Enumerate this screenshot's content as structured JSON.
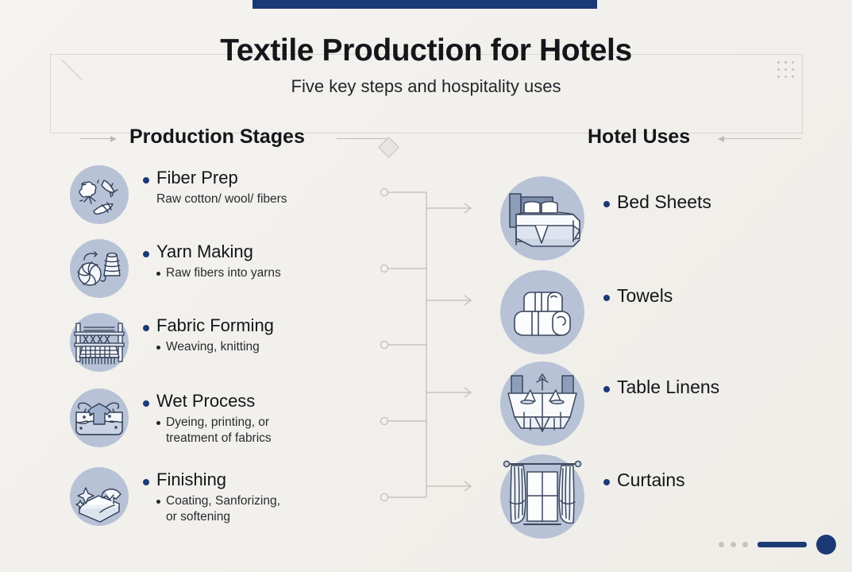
{
  "header": {
    "title": "Textile Production for Hotels",
    "subtitle": "Five key steps and hospitality uses"
  },
  "columns": {
    "left_heading": "Production Stages",
    "right_heading": "Hotel Uses"
  },
  "production_stages": [
    {
      "icon": "cotton-boll-icon",
      "title": "Fiber Prep",
      "sub": "Raw cotton/ wool/ fibers",
      "sub_bullet": false
    },
    {
      "icon": "yarn-spool-icon",
      "title": "Yarn Making",
      "sub": "Raw fibers into yarns",
      "sub_bullet": true
    },
    {
      "icon": "loom-icon",
      "title": "Fabric Forming",
      "sub": "Weaving, knitting",
      "sub_bullet": true
    },
    {
      "icon": "dye-vat-icon",
      "title": "Wet Process",
      "sub": "Dyeing, printing, or\ntreatment of fabrics",
      "sub_bullet": true
    },
    {
      "icon": "folded-fabric-icon",
      "title": "Finishing",
      "sub": "Coating, Sanforizing,\nor softening",
      "sub_bullet": true
    }
  ],
  "hotel_uses": [
    {
      "icon": "bed-icon",
      "title": "Bed Sheets"
    },
    {
      "icon": "towels-icon",
      "title": "Towels"
    },
    {
      "icon": "table-icon",
      "title": "Table Linens"
    },
    {
      "icon": "curtains-icon",
      "title": "Curtains"
    }
  ],
  "colors": {
    "background": "#f3f1ed",
    "accent_navy": "#1b3a75",
    "icon_circle": "#b8c2d6",
    "connector": "#bfbcb6",
    "text": "#15151a"
  },
  "decor": {
    "topbar": "navy-top-bar",
    "hatch": "diagonal-hatch-mark",
    "dotgrid": "three-by-three-dot-grid",
    "diamond": "diamond-node"
  },
  "pager": {
    "dots": 3,
    "bar": "progress-bar",
    "circle": "active-page-circle"
  }
}
